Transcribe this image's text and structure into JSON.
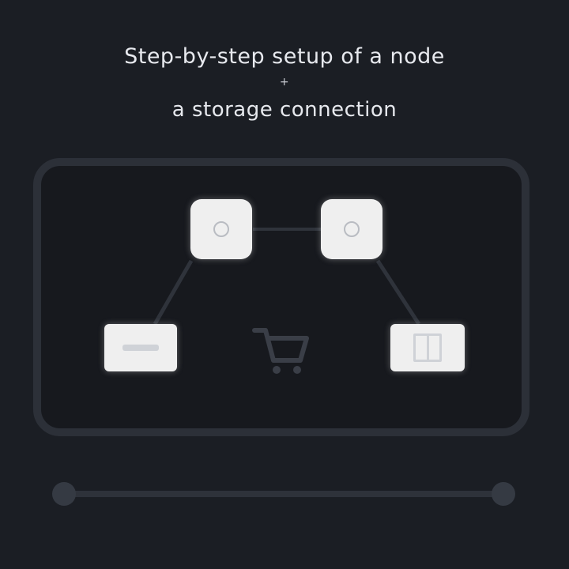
{
  "header": {
    "line1": "Step-by-step setup of a node",
    "line2": "+",
    "line3": "a storage connection"
  },
  "diagram": {
    "nodes": [
      {
        "id": "node-tl",
        "icon": "circle-icon"
      },
      {
        "id": "node-tr",
        "icon": "circle-icon"
      },
      {
        "id": "node-bl",
        "icon": "bar-icon"
      },
      {
        "id": "node-br",
        "icon": "split-window-icon"
      }
    ],
    "center_icon": "cart-icon",
    "colors": {
      "background": "#1b1e24",
      "frame": "#2c3038",
      "node": "#efefef",
      "connector": "#2f333b"
    }
  },
  "scrubber": {
    "progress": 0.0
  }
}
